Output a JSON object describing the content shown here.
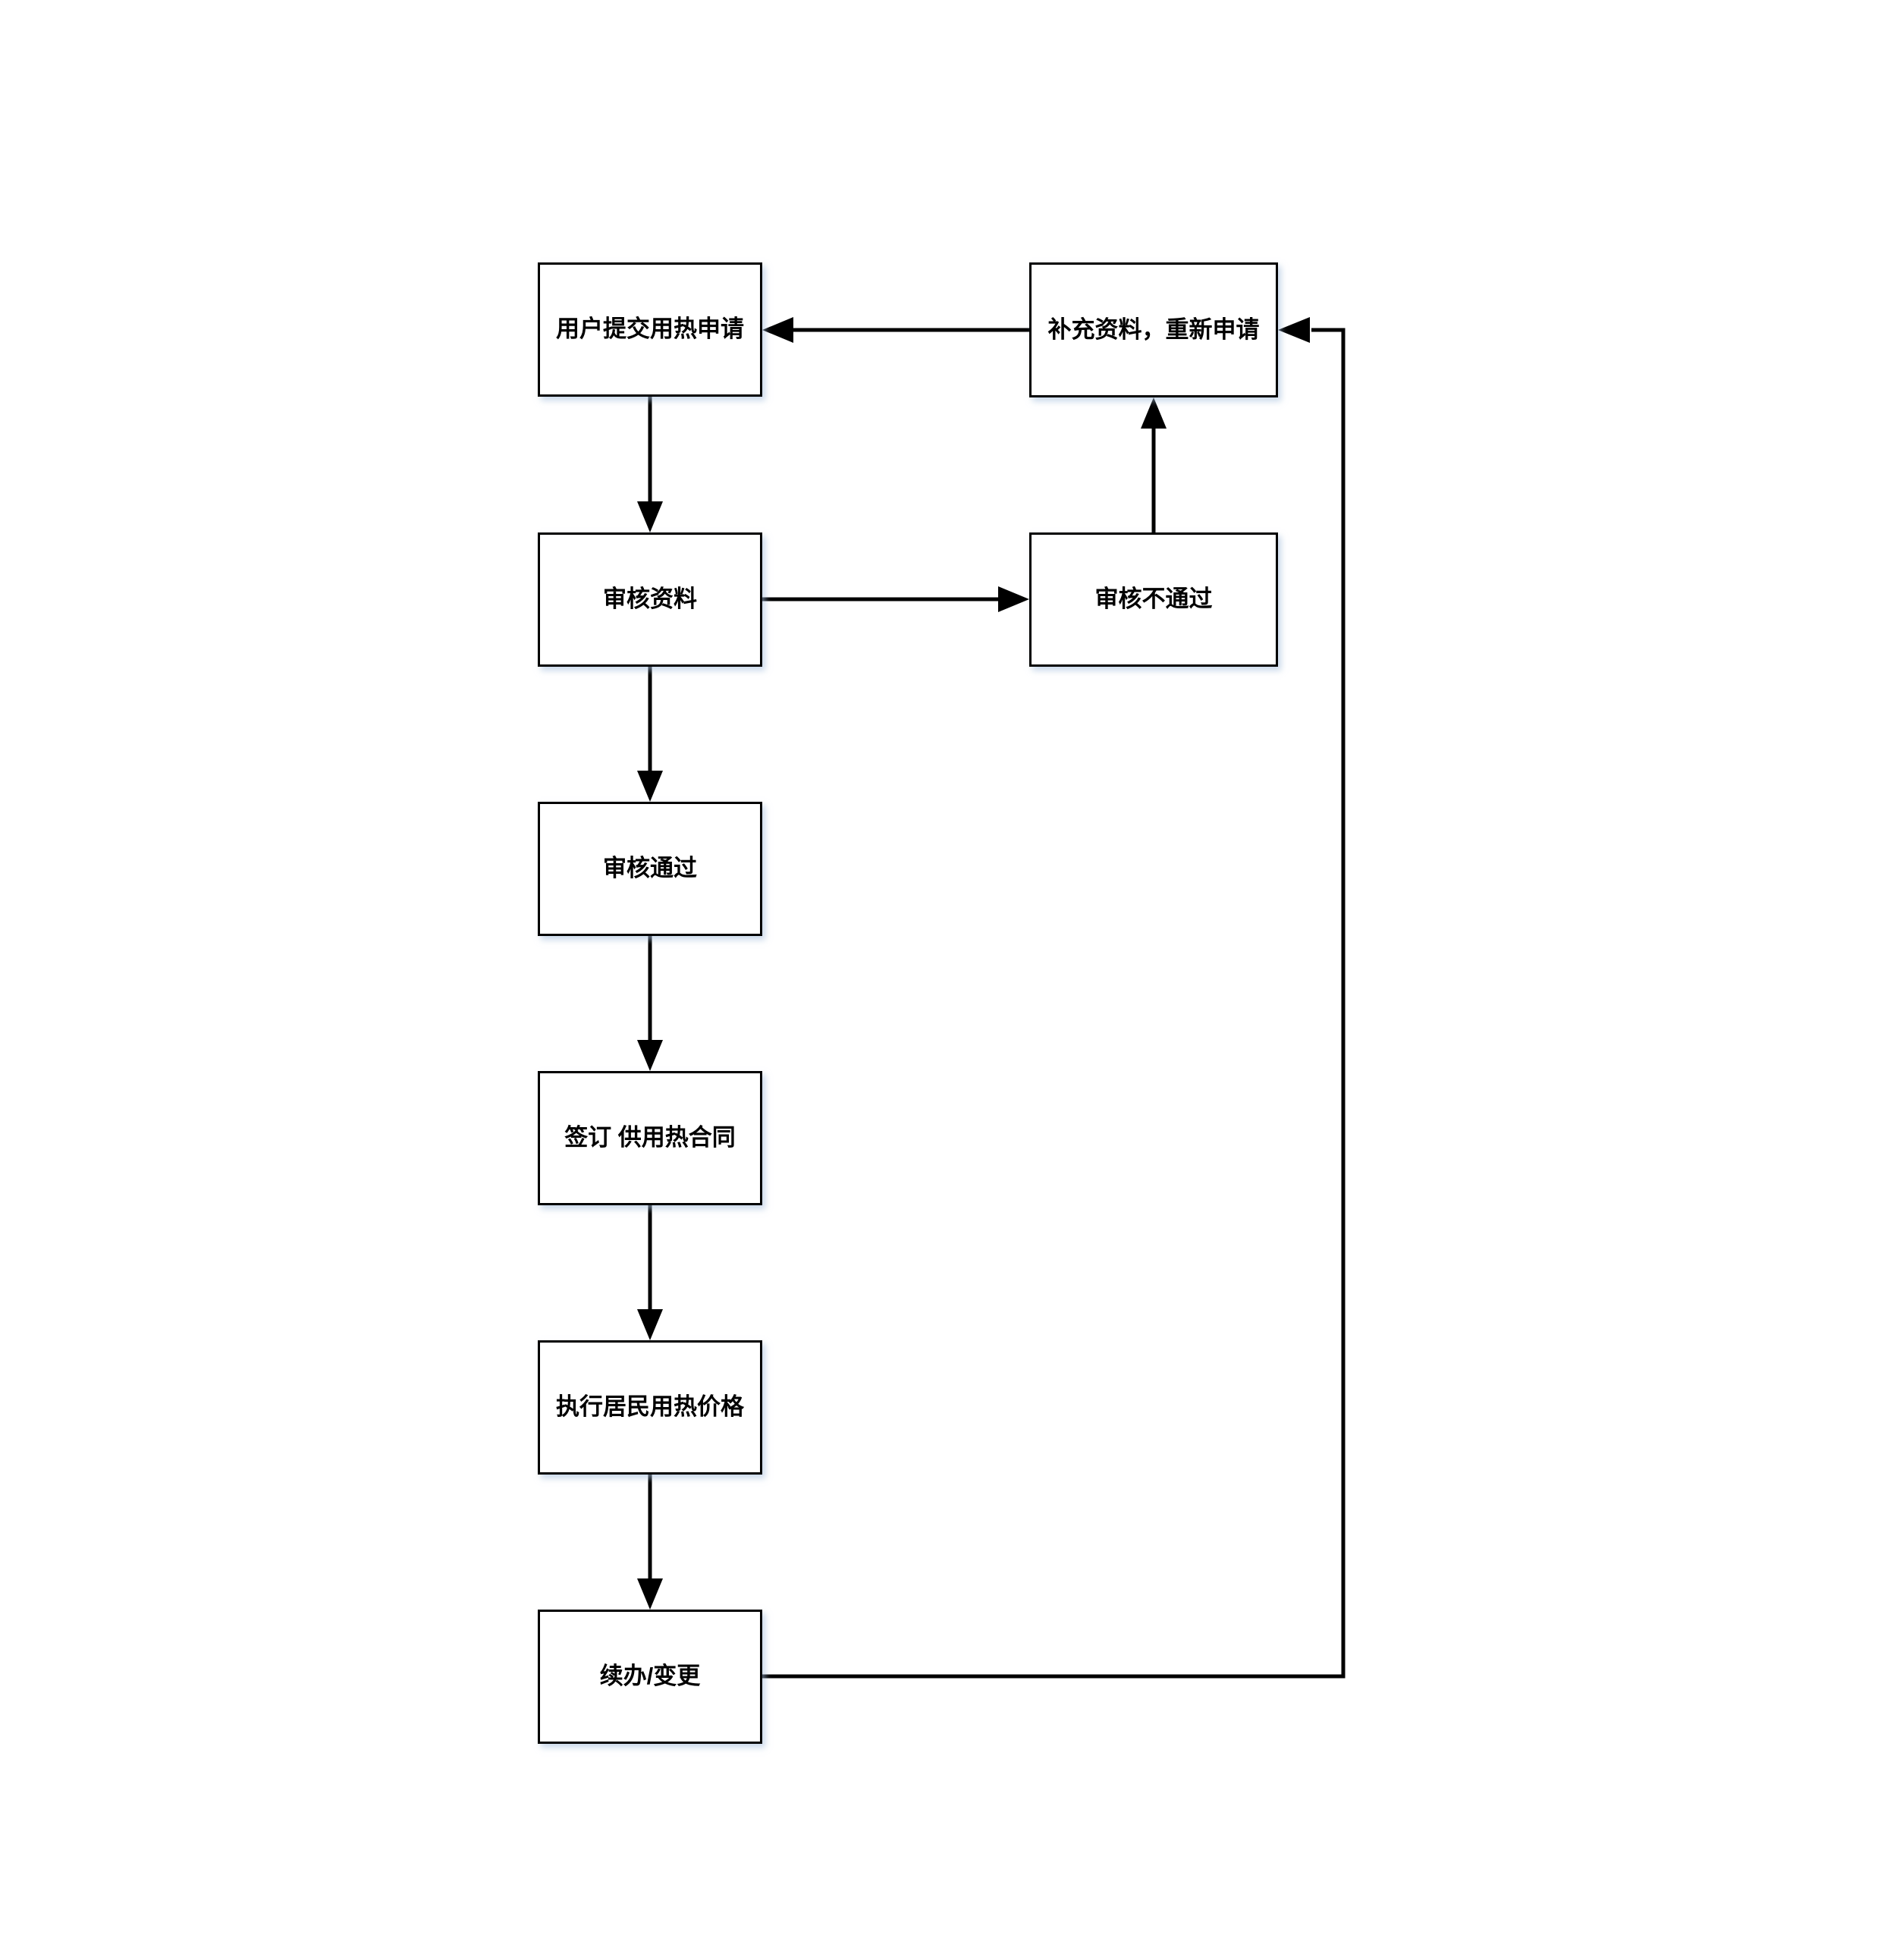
{
  "diagram": {
    "type": "flowchart",
    "background_color": "#ffffff",
    "box_fill_color": "#ffffff",
    "box_border_color": "#000000",
    "connector_color": "#000000",
    "nodes": [
      {
        "id": "submit",
        "label": "用户提交用热申请"
      },
      {
        "id": "review",
        "label": "审核资料"
      },
      {
        "id": "approved",
        "label": "审核通过"
      },
      {
        "id": "contract",
        "label": "签订 供用热合同"
      },
      {
        "id": "price",
        "label": "执行居民用热价格"
      },
      {
        "id": "renew",
        "label": "续办/变更"
      },
      {
        "id": "resubmit",
        "label": "补充资料，重新申请"
      },
      {
        "id": "rejected",
        "label": "审核不通过"
      }
    ],
    "edges": [
      {
        "from": "submit",
        "to": "review"
      },
      {
        "from": "review",
        "to": "rejected"
      },
      {
        "from": "rejected",
        "to": "resubmit"
      },
      {
        "from": "resubmit",
        "to": "submit"
      },
      {
        "from": "review",
        "to": "approved"
      },
      {
        "from": "approved",
        "to": "contract"
      },
      {
        "from": "contract",
        "to": "price"
      },
      {
        "from": "price",
        "to": "renew"
      },
      {
        "from": "renew",
        "to": "resubmit"
      }
    ]
  }
}
